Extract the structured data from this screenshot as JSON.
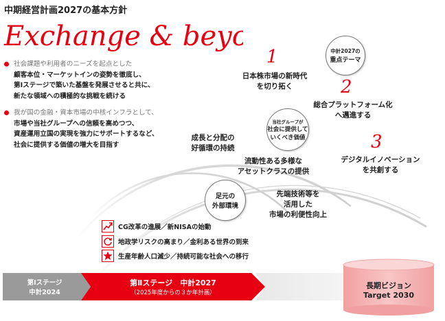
{
  "header": {
    "title": "中期経営計画2027の基本方針",
    "logo_text": "Exchange & beyond"
  },
  "bullets": [
    {
      "lines": [
        {
          "text": "社会課題や利用者のニーズを起点とした",
          "light": true
        },
        {
          "text": "顧客本位・マーケットインの姿勢を徹底し、",
          "light": false
        },
        {
          "text": "第Ⅰステージで築いた基盤を発展させると共に、",
          "light": false
        },
        {
          "text": "新たな領域への積極的な挑戦を続ける",
          "light": false
        }
      ]
    },
    {
      "lines": [
        {
          "text": "我が国の金融・資本市場の中核インフラとして、",
          "light": true
        },
        {
          "text": "市場や当社グループへの信頼を高めつつ、",
          "light": false
        },
        {
          "text": "資産運用立国の実現を強力にサポートするなど、",
          "light": false
        },
        {
          "text": "社会に提供する価値の増大を目指す",
          "light": false
        }
      ]
    }
  ],
  "circles": {
    "priority": [
      "中計2027の",
      "重点テーマ"
    ],
    "value": [
      "当社グループが",
      "社会に提供して",
      "いくべき価値"
    ],
    "external": [
      "足元の",
      "外部環境"
    ]
  },
  "themes": [
    {
      "num": "1",
      "lines": [
        "日本株市場の新時代",
        "を切り拓く"
      ]
    },
    {
      "num": "2",
      "lines": [
        "総合プラットフォーム化",
        "へ邁進する"
      ]
    },
    {
      "num": "3",
      "lines": [
        "デジタルイノベーション",
        "を共創する"
      ]
    }
  ],
  "values": [
    {
      "lines": [
        "成長と分配の",
        "好循環の持続"
      ]
    },
    {
      "lines": [
        "流動性ある多様な",
        "アセットクラスの提供"
      ]
    },
    {
      "lines": [
        "先端技術等を",
        "活用した",
        "市場の利便性向上"
      ]
    }
  ],
  "environment": [
    {
      "icon": "trend-up-icon",
      "label": "CG改革の進展／新NISAの始動"
    },
    {
      "icon": "cycle-icon",
      "label": "地政学リスクの高まり／金利ある世界の到来"
    },
    {
      "icon": "star-icon",
      "label": "生産年齢人口減少／持続可能な社会への移行"
    }
  ],
  "timeline": {
    "stage1": [
      "第Ⅰステージ",
      "中計2024"
    ],
    "stage2": [
      "第Ⅱステージ　中計2027",
      "（2025年度からの３か年計画）"
    ],
    "vision": [
      "長期ビジョン",
      "Target 2030"
    ]
  },
  "colors": {
    "accent": "#e60012",
    "stage1": "#9a9a9a",
    "vision": "#f6b4b4"
  }
}
